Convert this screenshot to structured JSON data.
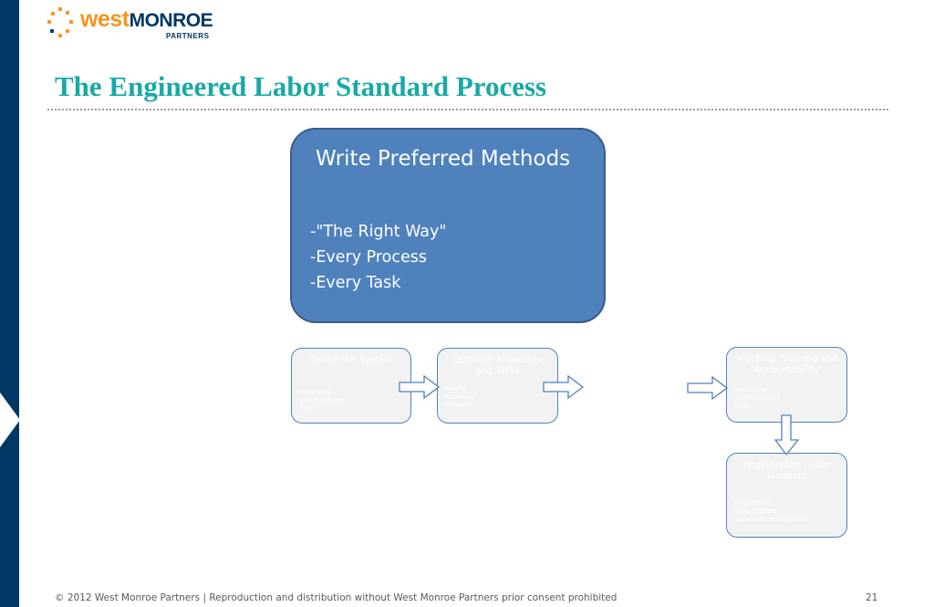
{
  "logo": {
    "west": "west",
    "monroe": "MONROE",
    "partners": "PARTNERS",
    "accent_color": "#f7941d",
    "brand_color": "#003865"
  },
  "title": "The Engineered Labor Standard Process",
  "main_box": {
    "heading": "Write Preferred Methods",
    "bullets": [
      "-\"The Right Way\"",
      "-Every Process",
      "-Every Task"
    ]
  },
  "steps": [
    {
      "title": "Define the System",
      "items": [
        "Processes",
        "Sub-Processes",
        "Tasks"
      ]
    },
    {
      "title": "Optimize Processes and Tasks",
      "items": [
        "Safety",
        "Accuracy",
        "Efficiency"
      ]
    },
    {
      "title": "Teaching, Training and Accountability",
      "items": [
        "Processes",
        "Sub-Processes",
        "Tasks"
      ]
    },
    {
      "title": "Engineer the Labor Standard",
      "items": [
        "Work Study",
        "Data Capture",
        "Standard Development"
      ]
    }
  ],
  "footer": {
    "text": "© 2012 West Monroe Partners   |   Reproduction and distribution without West Monroe Partners prior consent prohibited",
    "page_number": "21"
  },
  "colors": {
    "title": "#18a9a6",
    "main_box": "#4f81bd",
    "step_box": "#f2f2f2",
    "sidebar": "#003865"
  }
}
